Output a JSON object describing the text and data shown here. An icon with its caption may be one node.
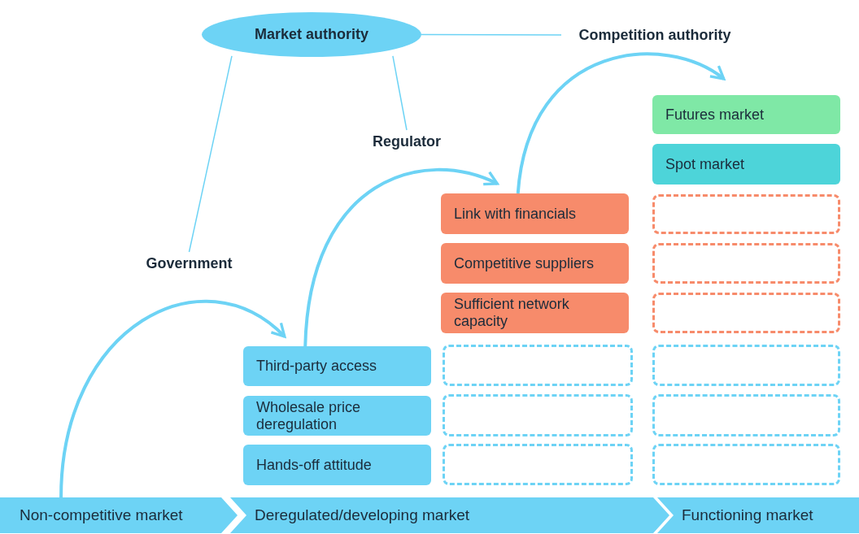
{
  "diagram": {
    "nodes": [
      {
        "text": [
          "Market authority"
        ]
      },
      {
        "text": [
          "Competition authority"
        ]
      },
      {
        "text": [
          "Regulator"
        ]
      },
      {
        "text": [
          "Government"
        ]
      },
      {
        "text": [
          "Futures market"
        ]
      },
      {
        "text": [
          "Spot market"
        ]
      },
      {
        "text": [],
        "shape": "box"
      },
      {
        "text": [],
        "shape": "box"
      },
      {
        "text": [],
        "shape": "box"
      },
      {
        "text": [
          "Link with financials"
        ]
      },
      {
        "text": [
          "Competitive suppliers"
        ]
      },
      {
        "text": [
          "Sufficient network capacity"
        ]
      },
      {
        "text": [
          "Third-party access"
        ]
      },
      {
        "text": [
          "Wholesale price deregulation"
        ]
      },
      {
        "text": [
          "Hands-off attitude"
        ]
      },
      {
        "text": [],
        "shape": "box"
      },
      {
        "text": [],
        "shape": "box"
      },
      {
        "text": [],
        "shape": "box"
      },
      {
        "text": [],
        "shape": "box"
      },
      {
        "text": [],
        "shape": "box"
      },
      {
        "text": [],
        "shape": "box"
      },
      {
        "text": [
          "Non-competitive market"
        ]
      },
      {
        "text": [
          "Deregulated/developing market"
        ]
      },
      {
        "text": [
          "Functioning market"
        ]
      }
    ],
    "edges": [
      {
        "from": 0,
        "to": 1,
        "arrow": "none"
      },
      {
        "from": 0,
        "to": 2,
        "arrow": "none"
      },
      {
        "from": 0,
        "to": 3,
        "arrow": "none"
      },
      {
        "from": 21,
        "to": 12,
        "arrow": "to",
        "style": "thick"
      },
      {
        "from": 12,
        "to": 9,
        "arrow": "to",
        "style": "thick"
      },
      {
        "from": 9,
        "to": 4,
        "arrow": "to",
        "style": "thick"
      }
    ]
  }
}
